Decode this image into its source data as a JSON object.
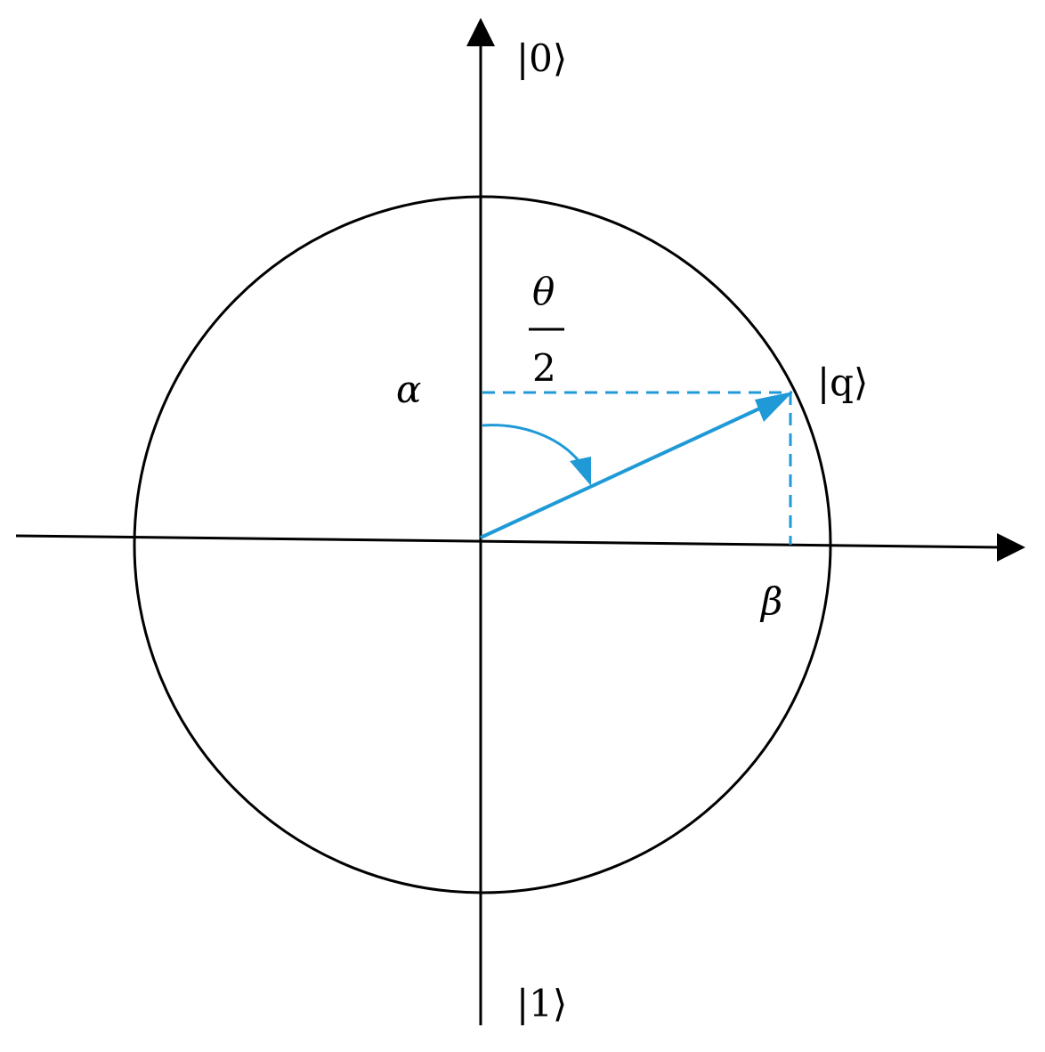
{
  "diagram": {
    "labels": {
      "ket0": "|0⟩",
      "ket1": "|1⟩",
      "ketq": "|q⟩",
      "alpha": "α",
      "beta": "β",
      "theta_numerator": "θ",
      "theta_denominator": "2"
    },
    "colors": {
      "axis": "#000000",
      "circle": "#000000",
      "vector": "#1f9ad6",
      "projection": "#1f9ad6",
      "angle_arc": "#1f9ad6"
    }
  }
}
